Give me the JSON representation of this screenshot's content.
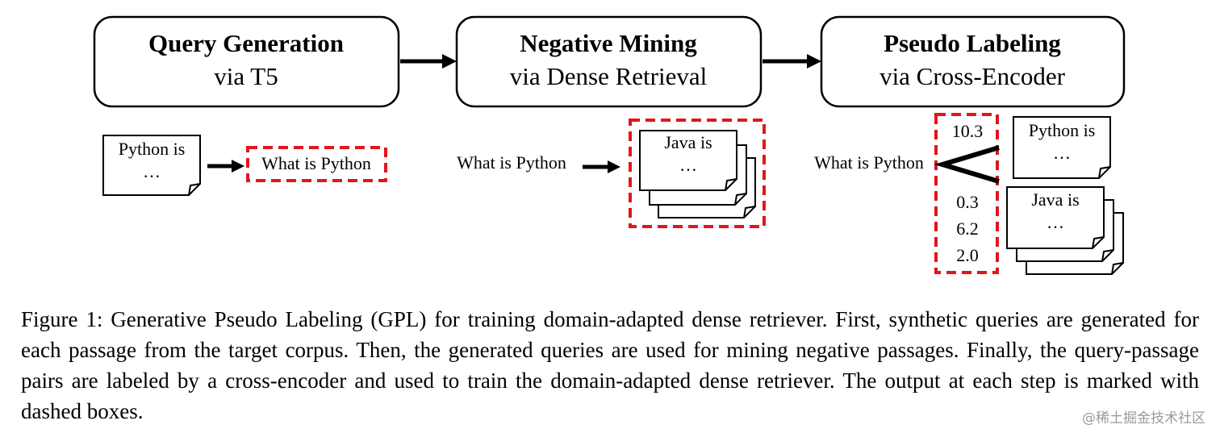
{
  "stages": [
    {
      "title": "Query Generation",
      "subtitle": "via T5"
    },
    {
      "title": "Negative Mining",
      "subtitle": "via Dense Retrieval"
    },
    {
      "title": "Pseudo Labeling",
      "subtitle": "via Cross-Encoder"
    }
  ],
  "step1": {
    "passage_line1": "Python is",
    "passage_line2": "…",
    "query": "What is Python"
  },
  "step2": {
    "query": "What is Python",
    "doc_line1": "Java is",
    "doc_line2": "…"
  },
  "step3": {
    "query": "What is Python",
    "positive_doc_line1": "Python is",
    "positive_doc_line2": "…",
    "negative_doc_line1": "Java is",
    "negative_doc_line2": "…",
    "scores": [
      "10.3",
      "0.3",
      "6.2",
      "2.0"
    ]
  },
  "caption": "Figure 1: Generative Pseudo Labeling (GPL) for training domain-adapted dense retriever. First, synthetic queries are generated for each passage from the target corpus. Then, the generated queries are used for mining negative passages. Finally, the query-passage pairs are labeled by a cross-encoder and used to train the domain-adapted dense retriever. The output at each step is marked with dashed boxes.",
  "watermark": "@稀土掘金技术社区",
  "colors": {
    "dashed_outline": "#e0161c",
    "line": "#000000"
  }
}
